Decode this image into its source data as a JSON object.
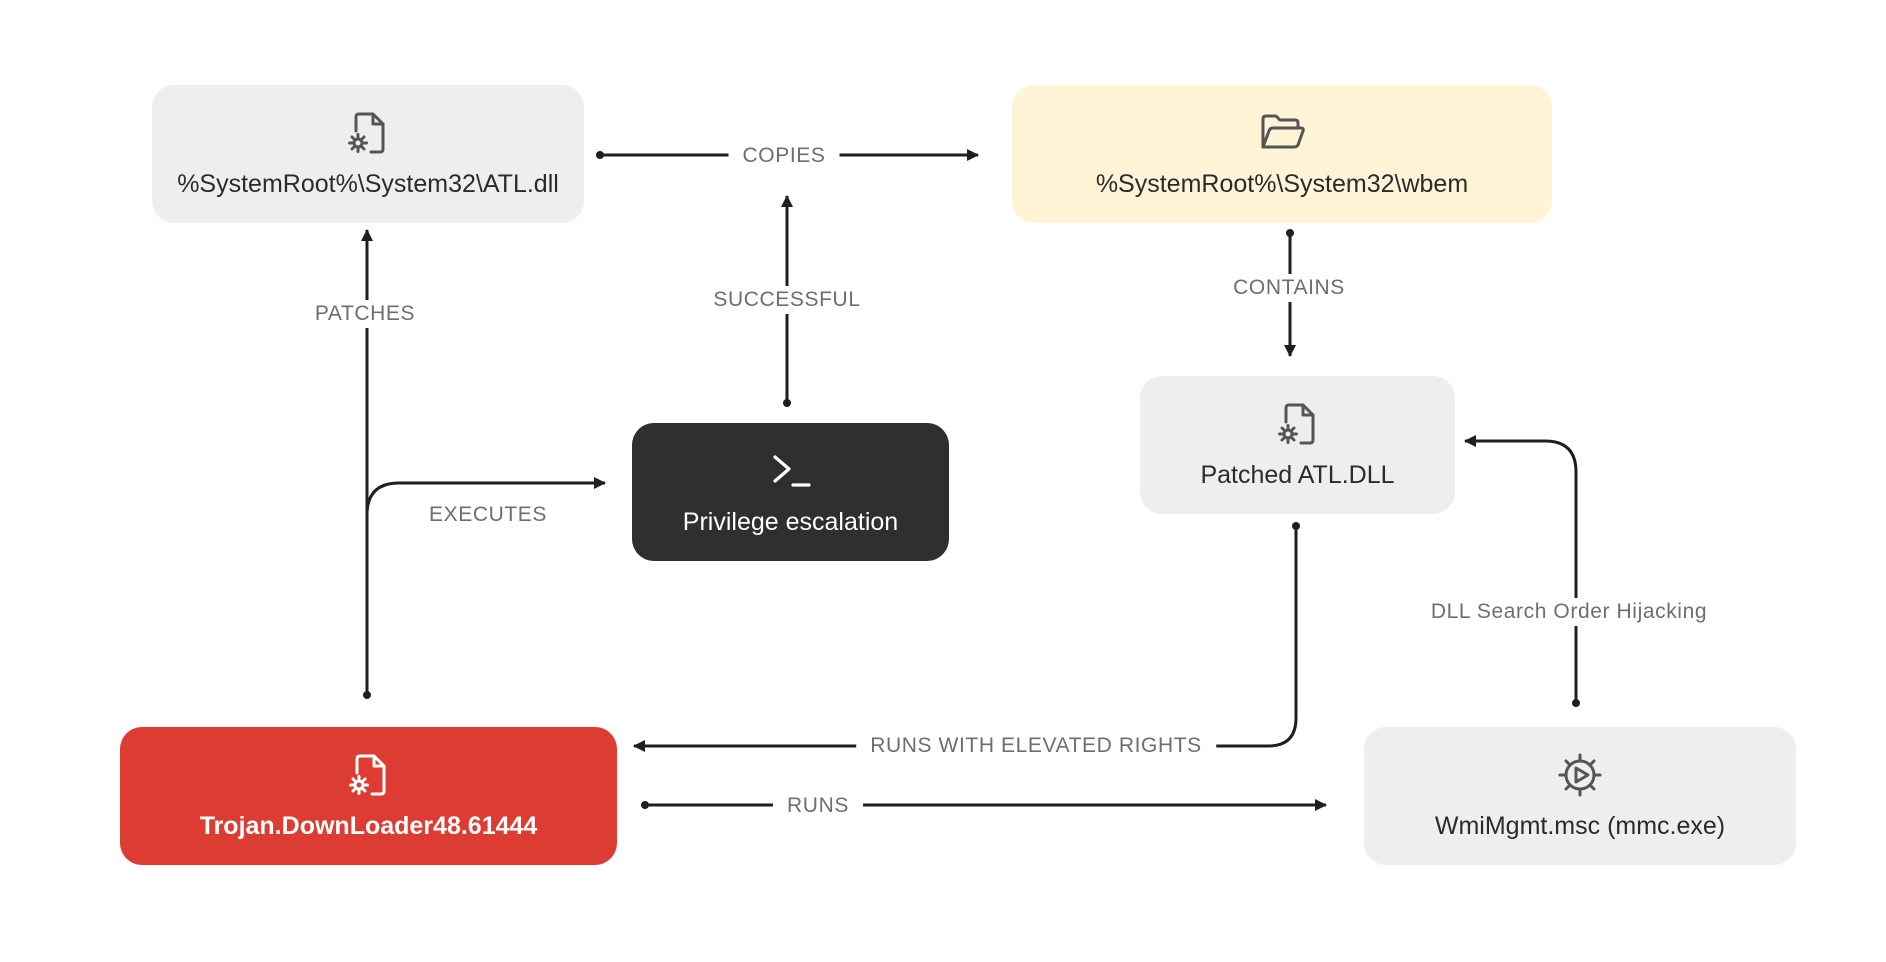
{
  "nodes": {
    "atl_dll": {
      "label": "%SystemRoot%\\System32\\ATL.dll",
      "icon": "file-gear-icon"
    },
    "wbem": {
      "label": "%SystemRoot%\\System32\\wbem",
      "icon": "folder-open-icon"
    },
    "privilege": {
      "label": "Privilege escalation",
      "icon": "terminal-icon"
    },
    "patched": {
      "label": "Patched ATL.DLL",
      "icon": "file-gear-icon"
    },
    "trojan": {
      "label": "Trojan.DownLoader48.61444",
      "icon": "file-gear-icon"
    },
    "wmimgmt": {
      "label": "WmiMgmt.msc (mmc.exe)",
      "icon": "gear-play-icon"
    }
  },
  "edges": {
    "copies": "COPIES",
    "patches": "PATCHES",
    "successful": "SUCCESSFUL",
    "contains": "CONTAINS",
    "executes": "EXECUTES",
    "hijacking": "DLL Search Order Hijacking",
    "elevated": "RUNS WITH ELEVATED RIGHTS",
    "runs": "RUNS"
  },
  "colors": {
    "node_grey": "#eeeeee",
    "node_yellow": "#fff4d6",
    "node_dark": "#2f2f2f",
    "node_red": "#dc3c31",
    "line": "#1f1f1f",
    "edge_text": "#6e6e6e"
  }
}
